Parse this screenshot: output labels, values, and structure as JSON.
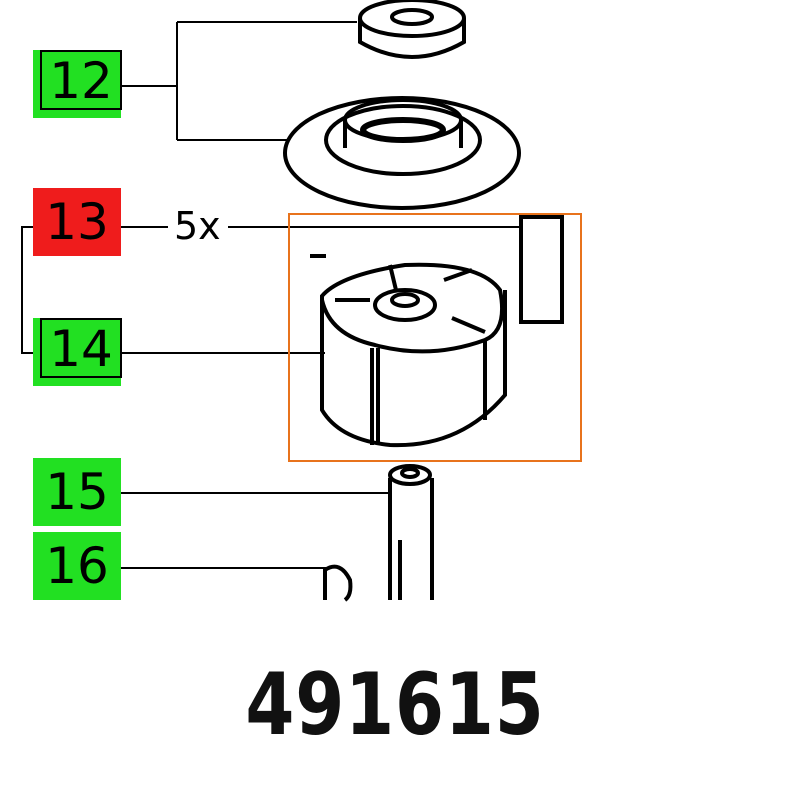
{
  "labels": [
    {
      "number": "12",
      "color": "#22e022"
    },
    {
      "number": "13",
      "color": "#ef1c1c"
    },
    {
      "number": "14",
      "color": "#22e022"
    },
    {
      "number": "15",
      "color": "#22e022"
    },
    {
      "number": "16",
      "color": "#22e022"
    }
  ],
  "quantity_note": "5x",
  "highlight_color": "#e8731c",
  "part_number": "491615"
}
